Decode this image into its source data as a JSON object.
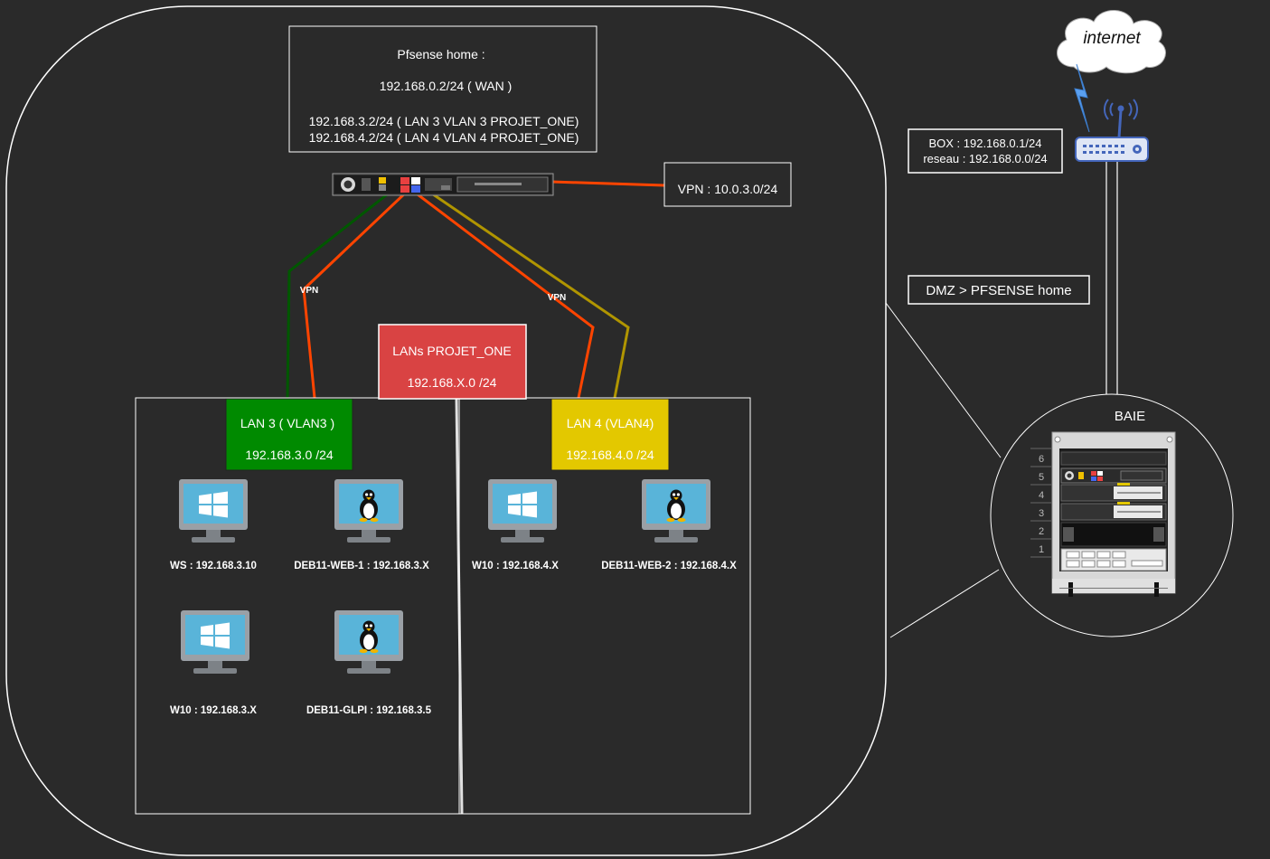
{
  "pfsense": {
    "title": "Pfsense home :",
    "wan": "192.168.0.2/24 ( WAN )",
    "lan3": "192.168.3.2/24 ( LAN 3 VLAN 3 PROJET_ONE)",
    "lan4": "192.168.4.2/24 ( LAN 4 VLAN 4 PROJET_ONE)"
  },
  "vpn_box": {
    "label": "VPN : 10.0.3.0/24"
  },
  "vpn_tag_left": "VPN",
  "vpn_tag_right": "VPN",
  "lans_box": {
    "title": "LANs PROJET_ONE",
    "subnet": "192.168.X.0 /24",
    "color": "#d94343"
  },
  "lan3_box": {
    "title": "LAN 3 ( VLAN3 )",
    "subnet": "192.168.3.0 /24",
    "color": "#008a00"
  },
  "lan4_box": {
    "title": "LAN 4 (VLAN4)",
    "subnet": "192.168.4.0 /24",
    "color": "#e3c800"
  },
  "hosts": {
    "ws": "WS : 192.168.3.10",
    "deb_web1": "DEB11-WEB-1 : 192.168.3.X",
    "w10_lan3": "W10 : 192.168.3.X",
    "deb_glpi": "DEB11-GLPI : 192.168.3.5",
    "w10_lan4": "W10 : 192.168.4.X",
    "deb_web2": "DEB11-WEB-2 : 192.168.4.X"
  },
  "internet": "internet",
  "box": {
    "line1": "BOX : 192.168.0.1/24",
    "line2": "reseau : 192.168.0.0/24"
  },
  "dmz": "DMZ > PFSENSE home",
  "baie": {
    "title": "BAIE",
    "units": [
      "6",
      "5",
      "4",
      "3",
      "2",
      "1"
    ]
  },
  "colors": {
    "vpn_link": "#ff4400",
    "lan3_link": "#005700",
    "lan4_link": "#b09500",
    "background": "#2a2a2a",
    "monitor_screen": "#59b4d9"
  }
}
